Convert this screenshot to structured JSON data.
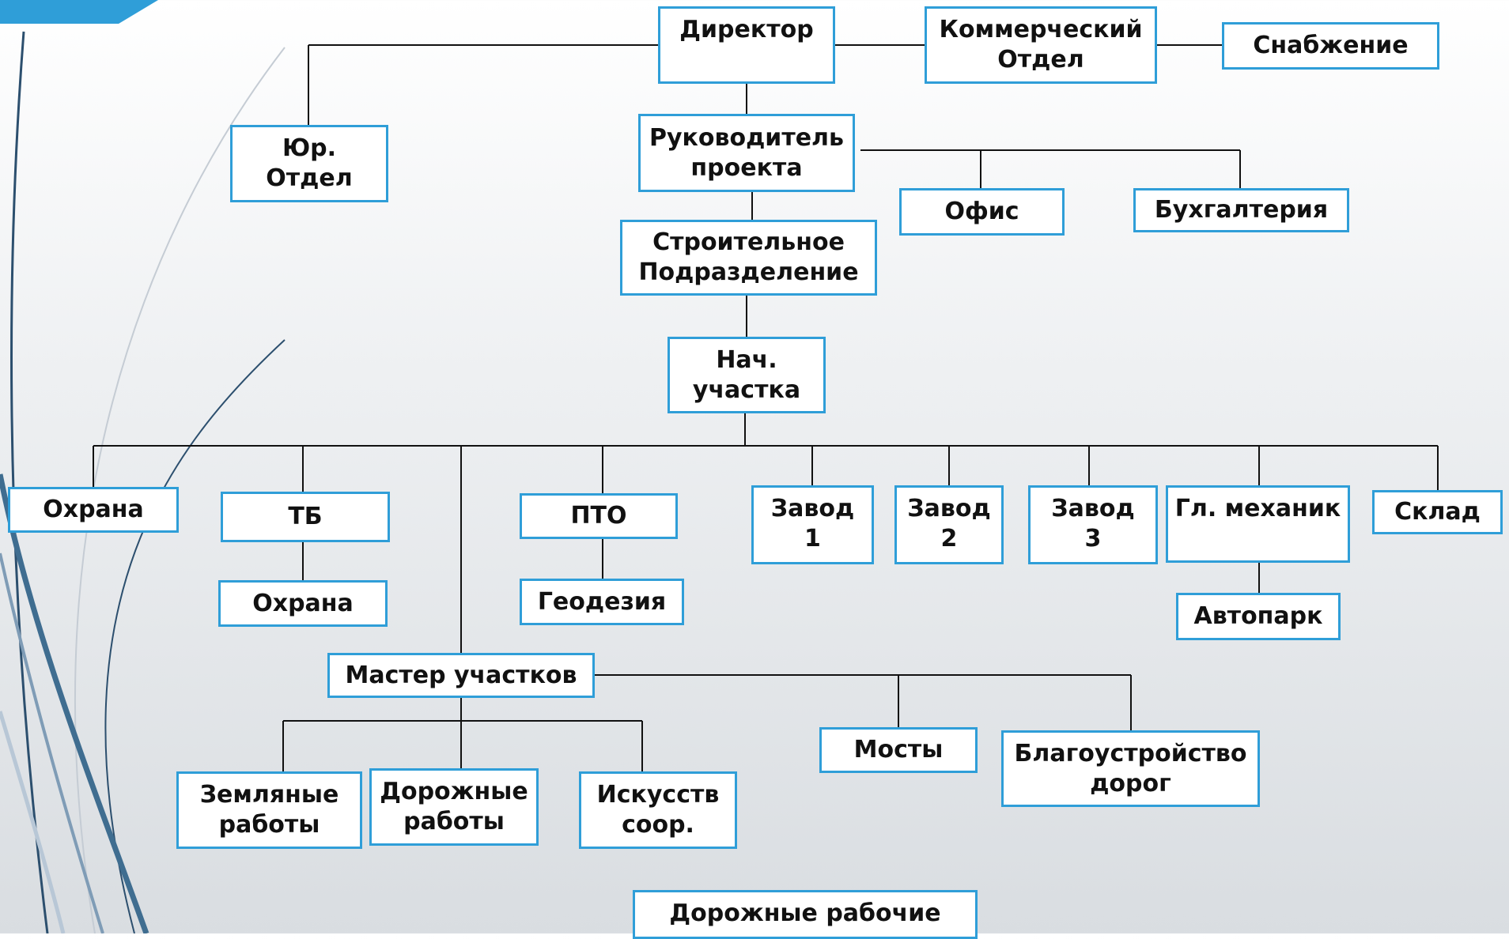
{
  "accent_color": "#2f9ed8",
  "nodes": {
    "director": "Директор",
    "commercial": "Коммерческий\nОтдел",
    "supply": "Снабжение",
    "legal": "Юр.\nОтдел",
    "project_manager": "Руководитель\nпроекта",
    "office": "Офис",
    "accounting": "Бухгалтерия",
    "construction_division": "Строительное\nПодразделение",
    "site_head": "Нач.\nучастка",
    "security_1": "Охрана",
    "safety": "ТБ",
    "security_2": "Охрана",
    "pto": "ПТО",
    "geodesy": "Геодезия",
    "plant_1": "Завод\n1",
    "plant_2": "Завод\n2",
    "plant_3": "Завод\n3",
    "chief_mechanic": "Гл. механик",
    "motor_pool": "Автопарк",
    "warehouse": "Склад",
    "site_master": "Мастер участков",
    "earthworks": "Земляные\nработы",
    "road_works": "Дорожные\nработы",
    "artificial_structures": "Искусств\nсоор.",
    "bridges": "Мосты",
    "road_improvement": "Благоустройство\nдорог",
    "road_workers": "Дорожные рабочие"
  }
}
